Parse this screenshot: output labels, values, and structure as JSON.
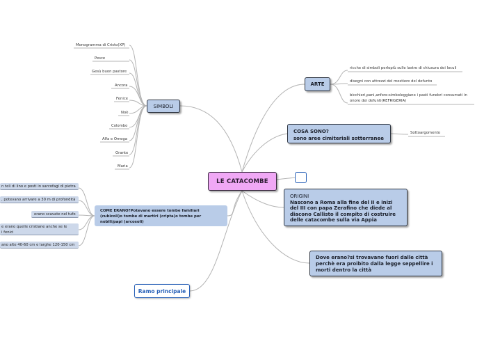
{
  "central": "LE CATACOMBE",
  "simboli": {
    "label": "SIMBOLI",
    "items": [
      "Monogramma di Cristo(XP)",
      "Pesce",
      "Gesù buon pastore",
      "Ancora",
      "Fenice",
      "Noè",
      "Colombo",
      "Alfa e Omega",
      "Orante",
      "Maria"
    ]
  },
  "arte": {
    "label": "ARTE",
    "items": [
      "ricche di simboli perlopiù sulle lastre di chiusura dei loculi",
      "disegni con attrezzi del mestiere del defunto",
      "bicchieri,pani,anfore:simboleggiano i pasti funebri consumati in onore dei defunti(REFRIGERIA)"
    ]
  },
  "cosa": {
    "line1": "COSA SONO?",
    "line2": "sono aree cimiteriali sotterranee",
    "sub": "Sottoargomento"
  },
  "origini": {
    "line1": "ORIGINI",
    "line2": "Nascono a Roma alla fine del II e inizi",
    "line3": "del III con papa Zerafino che diede al",
    "line4": "diacono Callisto il compito di costruire",
    "line5": "delle catacombe sulla via Appia"
  },
  "dove": {
    "line1": "Dove erano?si trovavano fuori dalle città",
    "line2": "perchè era proibito dalla legge seppellire i",
    "line3": "morti dentro la città"
  },
  "come": {
    "line1": "COME ERANO?Potevano essere tombe familiari",
    "line2": "(cubicoli)o tombe di martiri (cripta)o tombe per",
    "line3": "nobili/papi (arcosoli)",
    "items": [
      "n teli di lino e posti in sarcofagi di pietra",
      ", potevano arrivare a 30 m di profondità",
      "erano scavate nel tufo",
      "e erano quelle cristiane anche se le",
      "i fenici",
      "ano alte 40-60 cm e larghe 120-150 cm"
    ]
  },
  "ramo": "Ramo principale"
}
